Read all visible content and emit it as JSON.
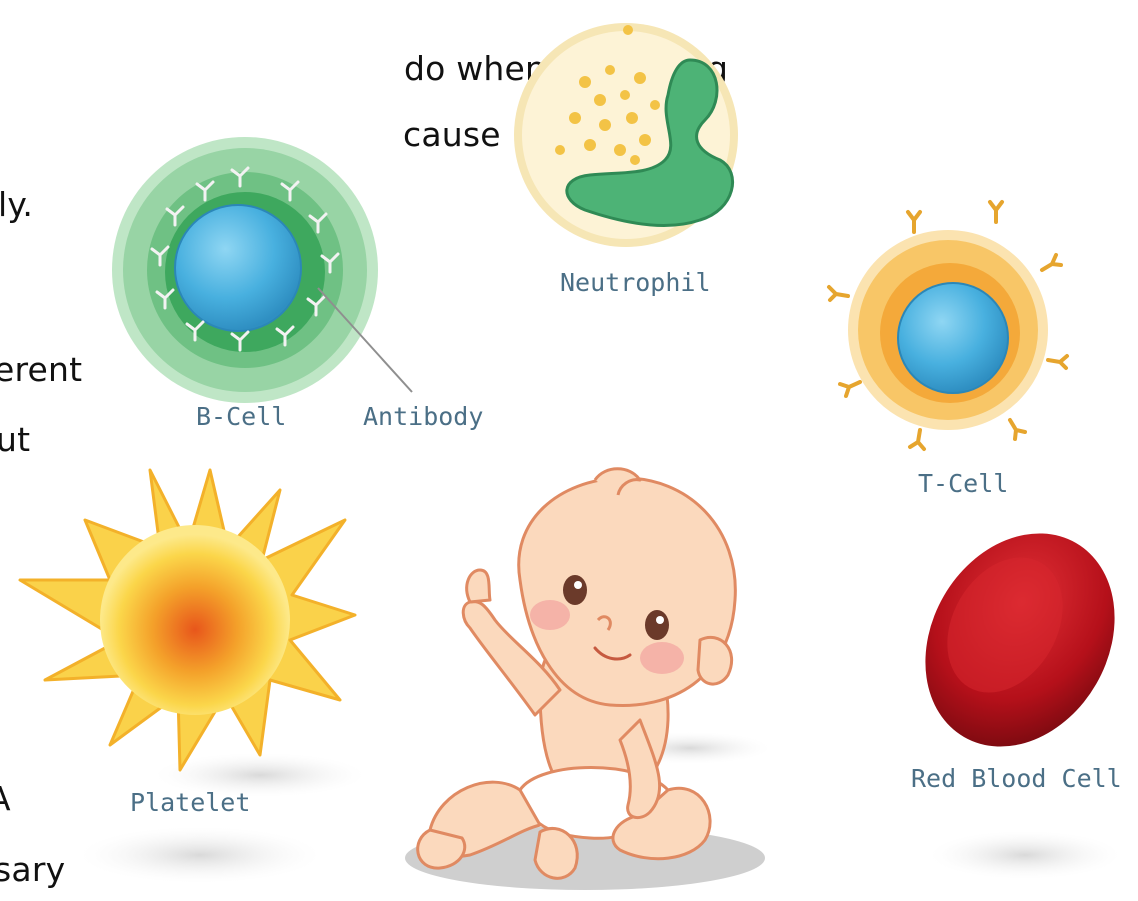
{
  "text_fragments": [
    "do when protecting",
    "cause",
    "ly.",
    "erent",
    "ut",
    "A",
    "sary"
  ],
  "labels": {
    "neutrophil": "Neutrophil",
    "b_cell": "B-Cell",
    "antibody": "Antibody",
    "t_cell": "T-Cell",
    "platelet": "Platelet",
    "red_blood_cell": "Red Blood Cell"
  },
  "colors": {
    "label": "#4b6f86",
    "b_cell_green": "#7cc48d",
    "nucleus_blue": "#4cb3e0",
    "neutrophil_cream": "#fbeec8",
    "t_cell_orange": "#f6b84a",
    "platelet_orange": "#f28a1c",
    "red_blood_cell": "#c4121b",
    "baby_skin": "#fbd9bd"
  }
}
